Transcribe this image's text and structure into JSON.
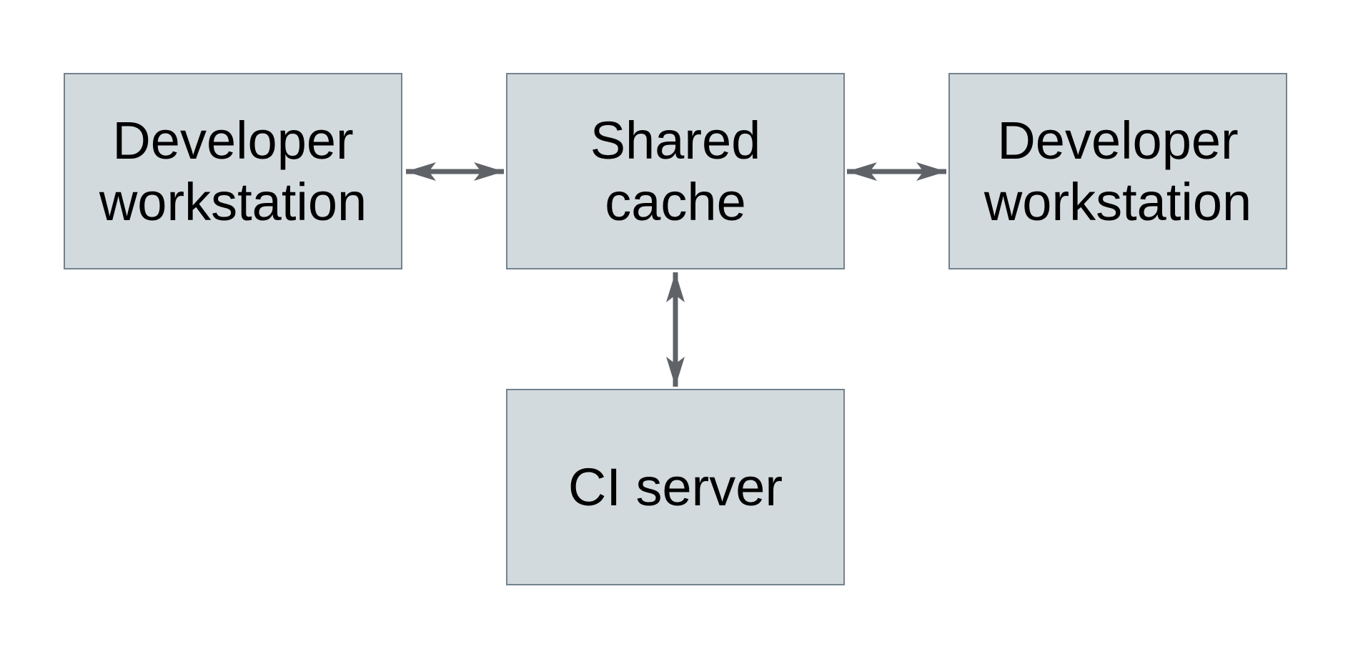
{
  "diagram": {
    "background": "#ffffff",
    "colors": {
      "node_fill": "#d3dadd",
      "node_border": "#71838e",
      "arrow": "#5f6368",
      "text": "#000000"
    },
    "nodes": [
      {
        "id": "developer-workstation-left",
        "label": "Developer workstation",
        "lines": [
          "Developer",
          "workstation"
        ]
      },
      {
        "id": "shared-cache",
        "label": "Shared cache",
        "lines": [
          "Shared",
          "cache"
        ]
      },
      {
        "id": "developer-workstation-right",
        "label": "Developer workstation",
        "lines": [
          "Developer",
          "workstation"
        ]
      },
      {
        "id": "ci-server",
        "label": "CI server",
        "lines": [
          "CI server"
        ]
      }
    ],
    "edges": [
      {
        "from": "developer-workstation-left",
        "to": "shared-cache",
        "direction": "bidirectional"
      },
      {
        "from": "shared-cache",
        "to": "developer-workstation-right",
        "direction": "bidirectional"
      },
      {
        "from": "shared-cache",
        "to": "ci-server",
        "direction": "bidirectional"
      }
    ]
  }
}
